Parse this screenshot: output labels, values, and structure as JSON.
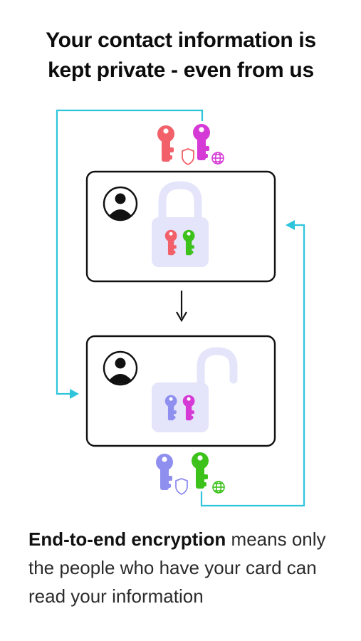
{
  "heading": {
    "line1": "Your contact information is",
    "line2": "kept private - even from us"
  },
  "body": {
    "bold": "End-to-end encryption",
    "rest": " means only the people who have your card can read your information"
  },
  "colors": {
    "background": "#ffffff",
    "text": "#111111",
    "connector": "#2ec4dc",
    "key_red": "#f2606a",
    "key_magenta": "#d63ad6",
    "key_green": "#3cc21a",
    "key_lavender": "#8f8ff0",
    "lock_fill": "#e4e4fa"
  },
  "icons": {
    "top_keys": [
      "red-key-icon",
      "shield-icon",
      "magenta-key-icon",
      "globe-icon"
    ],
    "bottom_keys": [
      "lavender-key-icon",
      "shield-icon",
      "green-key-icon",
      "globe-icon"
    ],
    "card_top": [
      "avatar-icon",
      "locked-padlock-icon"
    ],
    "card_bottom": [
      "avatar-icon",
      "unlocked-padlock-icon"
    ],
    "arrow": "arrow-down-icon"
  }
}
